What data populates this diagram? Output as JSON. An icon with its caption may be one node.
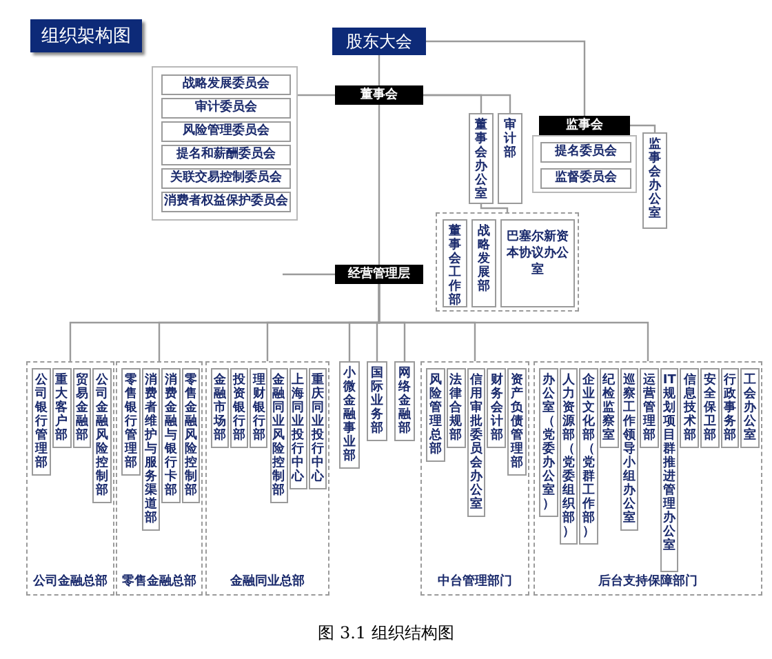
{
  "diagram": {
    "title": "组织架构图",
    "caption": "图 3.1 组织结构图",
    "nodes": [
      {
        "text": [
          "股东大会"
        ]
      },
      {
        "text": [],
        "shape": "box"
      },
      {
        "text": [
          "战略发展委员会"
        ],
        "in": 1
      },
      {
        "text": [
          "审计委员会"
        ],
        "in": 1
      },
      {
        "text": [
          "风险管理委员会"
        ],
        "in": 1
      },
      {
        "text": [
          "提名和薪酬委员会"
        ],
        "in": 1
      },
      {
        "text": [
          "关联交易控制委员会"
        ],
        "in": 1
      },
      {
        "text": [
          "消费者权益保护委员会"
        ],
        "in": 1
      },
      {
        "text": [
          "董事会"
        ]
      },
      {
        "text": [
          "董事会办公室"
        ]
      },
      {
        "text": [
          "审计部"
        ]
      },
      {
        "text": [
          "监事会"
        ]
      },
      {
        "text": [],
        "shape": "box"
      },
      {
        "text": [
          "提名委员会"
        ],
        "in": 12
      },
      {
        "text": [
          "监督委员会"
        ],
        "in": 12
      },
      {
        "text": [
          "监事会办公室"
        ]
      },
      {
        "text": [],
        "shape": "box"
      },
      {
        "text": [
          "董事会工作部"
        ],
        "in": 16
      },
      {
        "text": [
          "战略发展部"
        ],
        "in": 16
      },
      {
        "text": [
          "巴塞尔新资本协议办公室"
        ],
        "in": 16
      },
      {
        "text": [
          "经营管理层"
        ]
      },
      {
        "text": [
          "公司金融总部"
        ]
      },
      {
        "text": [
          "公司银行管理部"
        ],
        "in": 21
      },
      {
        "text": [
          "重大客户部"
        ],
        "in": 21
      },
      {
        "text": [
          "贸易金融部"
        ],
        "in": 21
      },
      {
        "text": [
          "公司金融风险控制部"
        ],
        "in": 21
      },
      {
        "text": [
          "零售金融总部"
        ]
      },
      {
        "text": [
          "零售银行管理部"
        ],
        "in": 26
      },
      {
        "text": [
          "消费者维护与服务渠道部"
        ],
        "in": 26
      },
      {
        "text": [
          "消费金融与银行卡部"
        ],
        "in": 26
      },
      {
        "text": [
          "零售金融风险控制部"
        ],
        "in": 26
      },
      {
        "text": [
          "金融同业总部"
        ]
      },
      {
        "text": [
          "金融市场部"
        ],
        "in": 31
      },
      {
        "text": [
          "投资银行部"
        ],
        "in": 31
      },
      {
        "text": [
          "理财银行部"
        ],
        "in": 31
      },
      {
        "text": [
          "金融同业风险控制部"
        ],
        "in": 31
      },
      {
        "text": [
          "上海同业投行中心"
        ],
        "in": 31
      },
      {
        "text": [
          "重庆同业投行中心"
        ],
        "in": 31
      },
      {
        "text": [
          "小微金融事业部"
        ]
      },
      {
        "text": [
          "国际业务部"
        ]
      },
      {
        "text": [
          "网络金融部"
        ]
      },
      {
        "text": [
          "中台管理部门"
        ]
      },
      {
        "text": [
          "风险管理总部"
        ],
        "in": 41
      },
      {
        "text": [
          "法律合规部"
        ],
        "in": 41
      },
      {
        "text": [
          "信用审批委员会办公室"
        ],
        "in": 41
      },
      {
        "text": [
          "财务会计部"
        ],
        "in": 41
      },
      {
        "text": [
          "资产负债管理部"
        ],
        "in": 41
      },
      {
        "text": [
          "后台支持保障部门"
        ]
      },
      {
        "text": [
          "办公室（党委办公室）"
        ],
        "in": 47
      },
      {
        "text": [
          "人力资源部（党委组织部）"
        ],
        "in": 47
      },
      {
        "text": [
          "企业文化部（党群工作部）"
        ],
        "in": 47
      },
      {
        "text": [
          "纪检监察室"
        ],
        "in": 47
      },
      {
        "text": [
          "巡察工作领导小组办公室"
        ],
        "in": 47
      },
      {
        "text": [
          "运营管理部"
        ],
        "in": 47
      },
      {
        "text": [
          "IT规划项目群推进管理办公室"
        ],
        "in": 47
      },
      {
        "text": [
          "信息技术部"
        ],
        "in": 47
      },
      {
        "text": [
          "安全保卫部"
        ],
        "in": 47
      },
      {
        "text": [
          "行政事务部"
        ],
        "in": 47
      },
      {
        "text": [
          "工会办公室"
        ],
        "in": 47
      }
    ],
    "edges": [
      {
        "from": 0,
        "to": 8,
        "arrow": "none"
      },
      {
        "from": 0,
        "to": 11,
        "arrow": "none"
      },
      {
        "from": 8,
        "to": 1,
        "arrow": "none"
      },
      {
        "from": 8,
        "to": 9,
        "arrow": "none"
      },
      {
        "from": 8,
        "to": 10,
        "arrow": "none"
      },
      {
        "from": 9,
        "to": 16,
        "arrow": "none"
      },
      {
        "from": 11,
        "to": 15,
        "arrow": "none"
      },
      {
        "from": 8,
        "to": 20,
        "arrow": "none"
      },
      {
        "from": 20,
        "to": null,
        "arrow": "none"
      },
      {
        "from": 20,
        "to": 21,
        "arrow": "none"
      },
      {
        "from": 20,
        "to": 26,
        "arrow": "none"
      },
      {
        "from": 20,
        "to": 31,
        "arrow": "none"
      },
      {
        "from": 20,
        "to": 38,
        "arrow": "none"
      },
      {
        "from": 20,
        "to": 39,
        "arrow": "none"
      },
      {
        "from": 20,
        "to": 40,
        "arrow": "none"
      },
      {
        "from": 20,
        "to": 41,
        "arrow": "none"
      },
      {
        "from": 20,
        "to": 47,
        "arrow": "none"
      }
    ]
  }
}
